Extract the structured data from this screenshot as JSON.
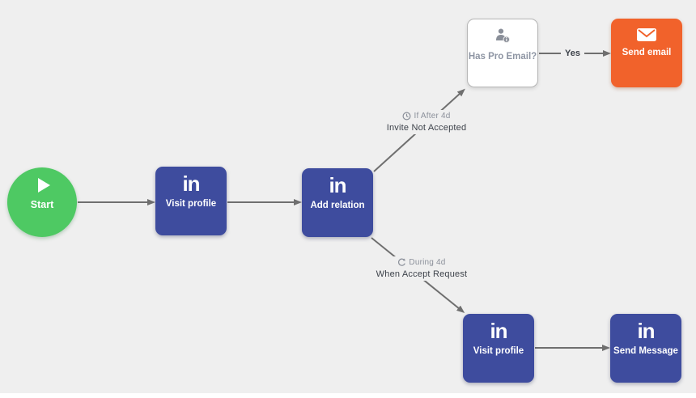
{
  "diagram": {
    "nodes": {
      "start": {
        "label": "Start"
      },
      "visit_profile_1": {
        "icon_text": "in",
        "label": "Visit profile"
      },
      "add_relation": {
        "icon_text": "in",
        "label": "Add relation"
      },
      "has_pro_email": {
        "label": "Has Pro Email?"
      },
      "send_email": {
        "label": "Send email"
      },
      "visit_profile_2": {
        "icon_text": "in",
        "label": "Visit profile"
      },
      "send_message": {
        "icon_text": "in",
        "label": "Send Message"
      }
    },
    "edges": {
      "invite_not_accepted": {
        "condition": "If After 4d",
        "label": "Invite Not Accepted"
      },
      "when_accept_request": {
        "condition": "During 4d",
        "label": "When Accept Request"
      },
      "yes": {
        "label": "Yes"
      }
    },
    "colors": {
      "background": "#efefef",
      "start_green": "#4ec963",
      "linkedin_blue": "#3e4c9e",
      "email_orange": "#f1622b",
      "arrow_gray": "#6f6f6f",
      "condition_text_gray": "#8e95a3"
    }
  }
}
